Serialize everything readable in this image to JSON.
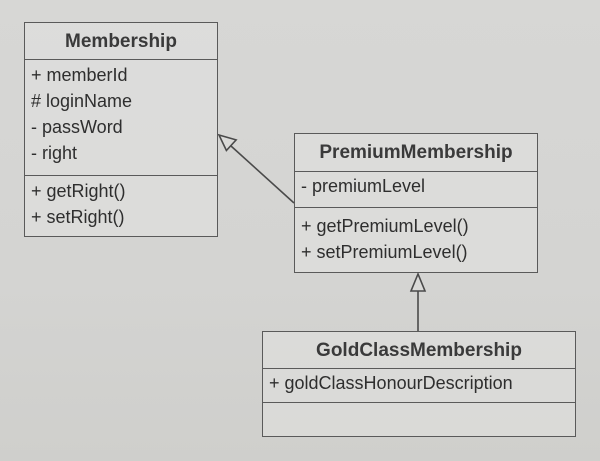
{
  "diagram": {
    "classes": [
      {
        "id": "membership",
        "name": "Membership",
        "attributes": [
          "+ memberId",
          "# loginName",
          "- passWord",
          "- right"
        ],
        "operations": [
          "+ getRight()",
          "+ setRight()"
        ]
      },
      {
        "id": "premium",
        "name": "PremiumMembership",
        "attributes": [
          "- premiumLevel"
        ],
        "operations": [
          "+ getPremiumLevel()",
          "+ setPremiumLevel()"
        ]
      },
      {
        "id": "gold",
        "name": "GoldClassMembership",
        "attributes": [
          "+ goldClassHonourDescription"
        ],
        "operations": []
      }
    ],
    "relations": [
      {
        "type": "generalization",
        "from": "premium",
        "to": "membership"
      },
      {
        "type": "generalization",
        "from": "gold",
        "to": "premium"
      }
    ],
    "colors": {
      "line": "#4a4a4a",
      "border": "#5a5a5a",
      "text": "#2e2e2e"
    }
  }
}
